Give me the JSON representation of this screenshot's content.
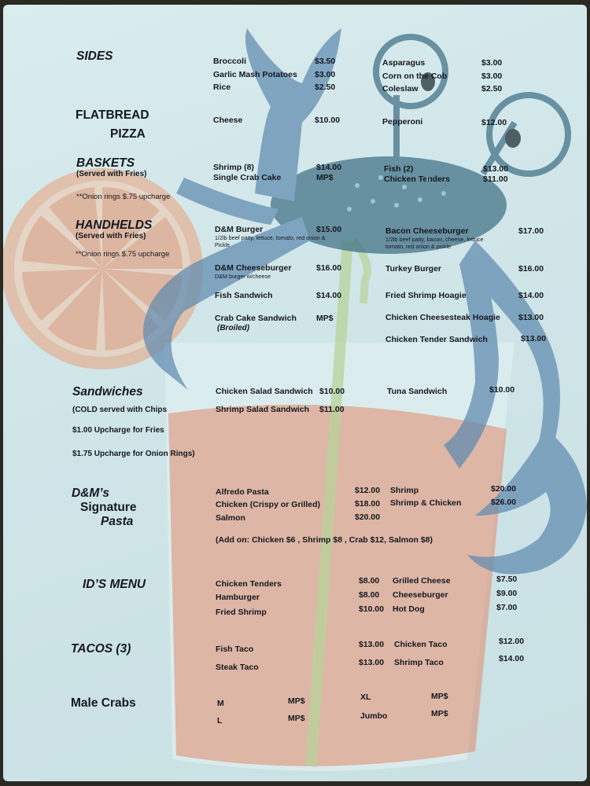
{
  "sides": {
    "title": "SIDES",
    "items": [
      {
        "name": "Broccoli",
        "price": "$3.50"
      },
      {
        "name": "Garlic Mash Potatoes",
        "price": "$3.00"
      },
      {
        "name": "Rice",
        "price": "$2.50"
      },
      {
        "name": "Asparagus",
        "price": "$3.00"
      },
      {
        "name": "Corn on the Cob",
        "price": "$3.00"
      },
      {
        "name": "Coleslaw",
        "price": "$2.50"
      }
    ]
  },
  "flatbread": {
    "title_line1": "FLATBREAD",
    "title_line2": "PIZZA",
    "items": [
      {
        "name": "Cheese",
        "price": "$10.00"
      },
      {
        "name": "Pepperoni",
        "price": "$12.00"
      }
    ]
  },
  "baskets": {
    "title": "BASKETS",
    "subtitle": "(Served with Fries)",
    "note": "**Onion rings $.75 upcharge",
    "items": [
      {
        "name": "Shrimp (8)",
        "price": "$14.00"
      },
      {
        "name": "Single Crab Cake",
        "price": "MP$"
      },
      {
        "name": "Fish (2)",
        "price": "$13.00"
      },
      {
        "name": "Chicken Tenders",
        "price": "$11.00"
      }
    ]
  },
  "handhelds": {
    "title": "HANDHELDS",
    "subtitle": "(Served with Fries)",
    "note": "**Onion rings $.75 upcharge",
    "items": [
      {
        "name": "D&M Burger",
        "price": "$15.00",
        "desc": "1/2lb beef patty, lettuce, tomato, red onion &",
        "desc2": "Pickle"
      },
      {
        "name": "Bacon Cheeseburger",
        "price": "$17.00",
        "desc": "1/2lb beef patty, bacon, cheese, lettuce",
        "desc2": "tomato, red onion & pickle"
      },
      {
        "name": "D&M Cheeseburger",
        "price": "$16.00",
        "desc": "D&M burger w/cheese"
      },
      {
        "name": "Turkey Burger",
        "price": "$16.00"
      },
      {
        "name": "Fish Sandwich",
        "price": "$14.00"
      },
      {
        "name": "Fried Shrimp Hoagie",
        "price": "$14.00"
      },
      {
        "name": "Crab Cake Sandwich",
        "price": "MP$",
        "desc": "(Broiled)"
      },
      {
        "name": "Chicken Cheesesteak Hoagie",
        "price": "$13.00"
      },
      {
        "name": "Chicken Tender Sandwich",
        "price": "$13.00"
      }
    ]
  },
  "sandwiches": {
    "title": "Sandwiches",
    "subtitle": "(COLD served with Chips",
    "upcharge_fries": "$1.00 Upcharge for Fries",
    "upcharge_rings": "$1.75 Upcharge for Onion Rings)",
    "items": [
      {
        "name": "Chicken Salad Sandwich",
        "price": "$10.00"
      },
      {
        "name": "Shrimp Salad Sandwich",
        "price": "$11.00"
      },
      {
        "name": "Tuna Sandwich",
        "price": "$10.00"
      }
    ]
  },
  "pasta": {
    "title_line1": "D&M’s",
    "title_line2": "Signature",
    "title_line3": "Pasta",
    "addon": "(Add on:  Chicken $6 , Shrimp $8 , Crab $12, Salmon $8)",
    "items": [
      {
        "name": "Alfredo Pasta",
        "price": "$12.00"
      },
      {
        "name": "Chicken  (Crispy or Grilled)",
        "price": "$18.00"
      },
      {
        "name": "Salmon",
        "price": "$20.00"
      },
      {
        "name": "Shrimp",
        "price": "$20.00"
      },
      {
        "name": "Shrimp & Chicken",
        "price": "$26.00"
      }
    ]
  },
  "kids": {
    "title": "ID’S MENU",
    "items": [
      {
        "name": "Chicken Tenders",
        "price": "$8.00"
      },
      {
        "name": "Hamburger",
        "price": "$8.00"
      },
      {
        "name": "Fried Shrimp",
        "price": "$10.00"
      },
      {
        "name": "Grilled Cheese",
        "price": "$7.50"
      },
      {
        "name": "Cheeseburger",
        "price": "$9.00"
      },
      {
        "name": "Hot Dog",
        "price": "$7.00"
      }
    ]
  },
  "tacos": {
    "title": "TACOS (3)",
    "items": [
      {
        "name": "Fish Taco",
        "price": "$13.00"
      },
      {
        "name": "Steak Taco",
        "price": "$13.00"
      },
      {
        "name": "Chicken Taco",
        "price": "$12.00"
      },
      {
        "name": "Shrimp Taco",
        "price": "$14.00"
      }
    ]
  },
  "crabs": {
    "title": "Male Crabs",
    "items": [
      {
        "name": "M",
        "price": "MP$"
      },
      {
        "name": "L",
        "price": "MP$"
      },
      {
        "name": "XL",
        "price": "MP$"
      },
      {
        "name": "Jumbo",
        "price": "MP$"
      }
    ]
  },
  "colors": {
    "paper": "#d4e8eb",
    "crab_body": "#3f6f86",
    "crab_claw": "#5f8bb0",
    "orange": "#e69a6e",
    "drink": "#e08a6a",
    "straw": "#b7d39a"
  },
  "icons": [
    "crab-illustration",
    "orange-slice-illustration",
    "drink-glass-illustration"
  ]
}
